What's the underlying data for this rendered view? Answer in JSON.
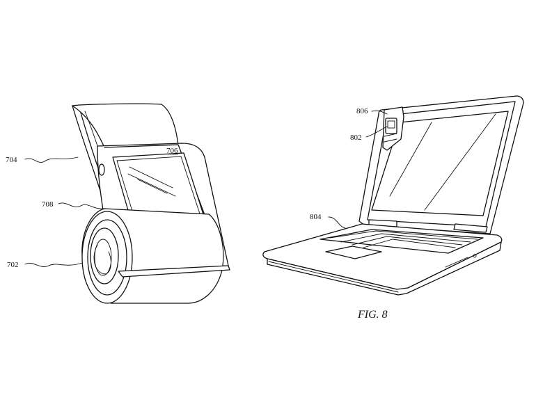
{
  "figure": {
    "caption": "FIG. 8",
    "labels": {
      "r702": "702",
      "r704": "704",
      "r706": "706",
      "r708": "708",
      "r802": "802",
      "r804": "804",
      "r806": "806"
    }
  }
}
